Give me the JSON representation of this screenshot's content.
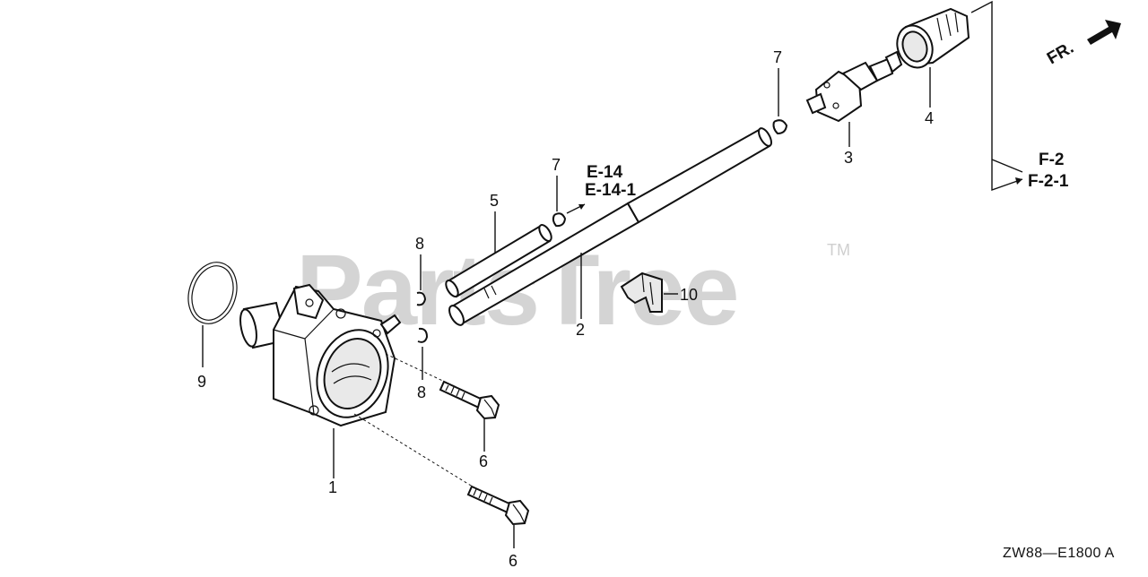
{
  "watermark": {
    "text": "PartsTree",
    "trademark": "TM"
  },
  "orientation": {
    "label": "FR."
  },
  "callouts": {
    "c1": "1",
    "c2": "2",
    "c3": "3",
    "c4": "4",
    "c5": "5",
    "c6a": "6",
    "c6b": "6",
    "c7a": "7",
    "c7b": "7",
    "c8a": "8",
    "c8b": "8",
    "c9": "9",
    "c10": "10"
  },
  "references": {
    "e14": "E-14",
    "e14_1": "E-14-1",
    "f2": "F-2",
    "f2_1": "F-2-1"
  },
  "diagram_code": "ZW88—E1800 A"
}
